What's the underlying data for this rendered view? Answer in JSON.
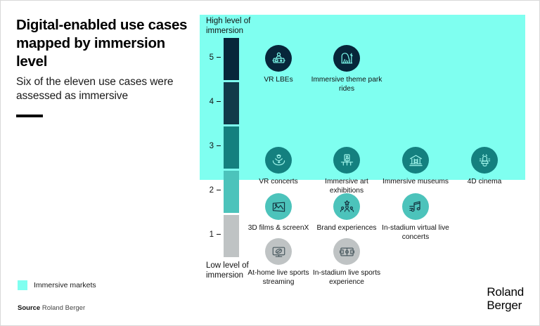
{
  "header": {
    "title": "Digital-enabled use cases mapped by immersion level",
    "subtitle": "Six of the eleven use cases were assessed as immersive"
  },
  "legend": {
    "label": "Immersive markets",
    "swatch_color": "#7ffff0"
  },
  "source": {
    "key": "Source",
    "value": "Roland Berger"
  },
  "brand": {
    "line1": "Roland",
    "line2": "Berger"
  },
  "axis": {
    "high_caption": "High level of immersion",
    "low_caption": "Low level of immersion",
    "ticks": [
      "5",
      "4",
      "3",
      "2",
      "1"
    ],
    "segment_colors": [
      "#07263a",
      "#113a4a",
      "#14807f",
      "#4cc3bb",
      "#bfc3c4"
    ]
  },
  "chart_data": {
    "type": "scatter",
    "title": "Digital-enabled use cases mapped by immersion level",
    "xlabel": "",
    "ylabel": "Immersion level",
    "ylim": [
      1,
      5
    ],
    "grid": false,
    "legend_position": "bottom-left",
    "immersive_threshold": 3,
    "immersive_band_label": "Immersive markets",
    "points": [
      {
        "label": "VR LBEs",
        "immersion_level": 5,
        "column": 1,
        "icon": "vr-lbe-icon",
        "circle_color": "#07263a",
        "stroke_color": "#7ffff0",
        "immersive": true
      },
      {
        "label": "Immersive theme park rides",
        "immersion_level": 5,
        "column": 2,
        "icon": "rollercoaster-icon",
        "circle_color": "#07263a",
        "stroke_color": "#7ffff0",
        "immersive": true
      },
      {
        "label": "VR concerts",
        "immersion_level": 3,
        "column": 1,
        "icon": "vr-concert-icon",
        "circle_color": "#14807f",
        "stroke_color": "#9ff4ea",
        "immersive": true
      },
      {
        "label": "Immersive art exhibitions",
        "immersion_level": 3,
        "column": 2,
        "icon": "art-exhibition-icon",
        "circle_color": "#14807f",
        "stroke_color": "#9ff4ea",
        "immersive": true
      },
      {
        "label": "Immersive museums",
        "immersion_level": 3,
        "column": 3,
        "icon": "museum-icon",
        "circle_color": "#14807f",
        "stroke_color": "#9ff4ea",
        "immersive": true
      },
      {
        "label": "4D cinema",
        "immersion_level": 3,
        "column": 4,
        "icon": "cinema-seat-icon",
        "circle_color": "#14807f",
        "stroke_color": "#9ff4ea",
        "immersive": true
      },
      {
        "label": "3D films & screenX",
        "immersion_level": 2,
        "column": 1,
        "icon": "screen-picture-icon",
        "circle_color": "#4cc3bb",
        "stroke_color": "#13323f",
        "immersive": false
      },
      {
        "label": "Brand experiences",
        "immersion_level": 2,
        "column": 2,
        "icon": "people-star-icon",
        "circle_color": "#4cc3bb",
        "stroke_color": "#13323f",
        "immersive": false
      },
      {
        "label": "In-stadium virtual live concerts",
        "immersion_level": 2,
        "column": 3,
        "icon": "music-notes-icon",
        "circle_color": "#4cc3bb",
        "stroke_color": "#13323f",
        "immersive": false
      },
      {
        "label": "At-home live sports streaming",
        "immersion_level": 1,
        "column": 1,
        "icon": "tv-ball-icon",
        "circle_color": "#bfc3c4",
        "stroke_color": "#4a5a60",
        "immersive": false
      },
      {
        "label": "In-stadium live sports experience",
        "immersion_level": 1,
        "column": 2,
        "icon": "stadium-pitch-icon",
        "circle_color": "#bfc3c4",
        "stroke_color": "#4a5a60",
        "immersive": false
      }
    ]
  }
}
